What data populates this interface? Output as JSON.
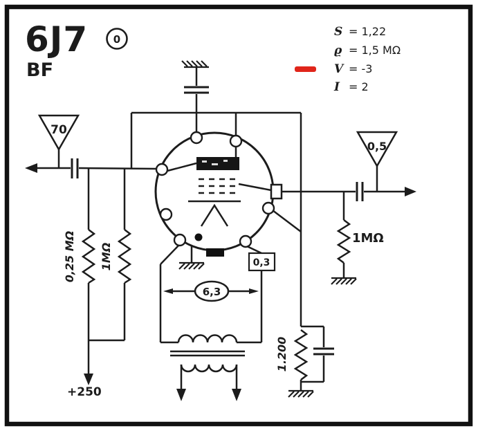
{
  "title": {
    "tube": "6J7",
    "badge": "0",
    "subtitle": "BF"
  },
  "specs": {
    "marker_color": "#e0251a",
    "lines": [
      {
        "sym": "S",
        "val": "= 1,22"
      },
      {
        "sym": "ϱ",
        "val": "= 1,5 MΩ"
      },
      {
        "sym": "V",
        "val": "= -3"
      },
      {
        "sym": "I",
        "val": "= 2"
      }
    ]
  },
  "schematic": {
    "input_triangle": "70",
    "output_triangle": "0,5",
    "grid_leak_resistor": "0,25 MΩ",
    "grid_resistor": "1MΩ",
    "anode_supply": "+250",
    "output_grid_resistor": "1MΩ",
    "heater_voltage": "6,3",
    "heater_current": "0,3",
    "cathode_resistor": "1.200"
  },
  "ink_color": "#1c1c1c"
}
